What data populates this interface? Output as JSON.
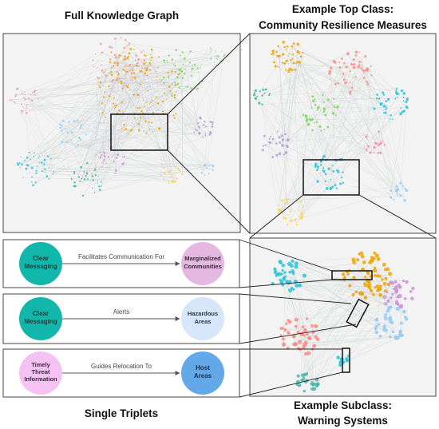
{
  "titles": {
    "full_graph": "Full Knowledge Graph",
    "top_class_line1": "Example Top Class:",
    "top_class_line2": "Community Resilience Measures",
    "triplets": "Single Triplets",
    "subclass_line1": "Example Subclass:",
    "subclass_line2": "Warning Systems"
  },
  "triplets": [
    {
      "subject": [
        "Clear",
        "Messaging"
      ],
      "relation": "Facilitates Communication For",
      "object": [
        "Marginalized",
        "Communities"
      ],
      "subject_color": "#11b7aa",
      "object_color": "#e4b8e0"
    },
    {
      "subject": [
        "Clear",
        "Messaging"
      ],
      "relation": "Alerts",
      "object": [
        "Hazardous",
        "Areas"
      ],
      "subject_color": "#11b7aa",
      "object_color": "#d6e6fb"
    },
    {
      "subject": [
        "Timely",
        "Threat",
        "Information"
      ],
      "relation": "Guides Relocation To",
      "object": [
        "Host",
        "Areas"
      ],
      "subject_color": "#f6c2f3",
      "object_color": "#63a9ea"
    }
  ],
  "colors": {
    "panel_bg": "#f2f3f2",
    "panel_border": "#444444",
    "edge": "#b9bdc4",
    "node_palette": [
      "#f0a500",
      "#26c6da",
      "#7ed957",
      "#ff8a80",
      "#b39ddb",
      "#4db6ac",
      "#f48fb1",
      "#81d4fa",
      "#ffd54f",
      "#90caf9",
      "#a5d6a7",
      "#ce93d8"
    ]
  }
}
